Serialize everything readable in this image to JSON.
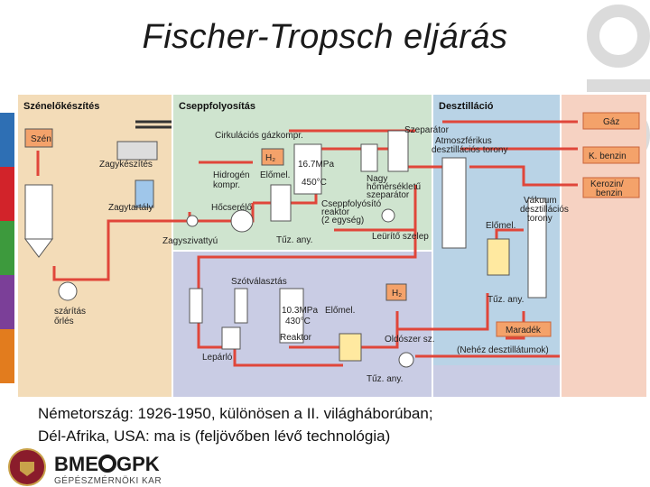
{
  "title": "Fischer-Tropsch eljárás",
  "caption": {
    "line1": "Németország: 1926-1950, különösen a II. világháborúban;",
    "line2": "Dél-Afrika, USA: ma is (feljövőben lévő technológia)"
  },
  "sections": {
    "coal_prep": "Szénelőkészítés",
    "liquefaction": "Cseppfolyosítás",
    "distillation": "Desztilláció"
  },
  "labels": {
    "szen": "Szén",
    "zagykeszites": "Zagykészítés",
    "zagytartaly": "Zagytartály",
    "zagyszivattyu": "Zagyszivattyú",
    "szaritas_1": "szárítás",
    "szaritas_2": "őrlés",
    "cirkulacios": "Cirkulációs gázkompr.",
    "h2_top": "H₂",
    "hidrogen_1": "Hidrogén",
    "hidrogen_2": "kompr.",
    "elomel_top": "Előmel.",
    "pressure_top": "16.7MPa",
    "temp_top": "450°C",
    "hocserelo": "Hőcserélő",
    "cseppfolyosito_1": "Cseppfolyósító",
    "cseppfolyosito_2": "reaktor",
    "cseppfolyosito_3": "(2 egység)",
    "tuz_any_1": "Tűz. any.",
    "szeparator": "Szeparátor",
    "nagy_1": "Nagy",
    "nagy_2": "hőmérsékletű",
    "nagy_3": "szeparátor",
    "leurito": "Leürítő szelep",
    "atm_1": "Atmoszférikus",
    "atm_2": "desztillációs torony",
    "vakuum_1": "Vákuum",
    "vakuum_2": "desztillációs",
    "vakuum_3": "torony",
    "elomel_right": "Előmel.",
    "tuz_any_2": "Tűz. any.",
    "szotvalasztas": "Szótválasztás",
    "h2_bottom": "H₂",
    "pressure_bottom": "10.3MPa",
    "temp_bottom": "430°C",
    "reaktor": "Reaktor",
    "elomel_bottom": "Előmel.",
    "oldoszer": "Oldószer sz.",
    "leparlo": "Lepárló",
    "tuz_any_3": "Tűz. any.",
    "nehez": "(Nehéz desztillátumok)"
  },
  "products": {
    "gaz": "Gáz",
    "benzin": "K. benzin",
    "kerozin_1": "Kerozin/",
    "kerozin_2": "benzin",
    "maradek": "Maradék"
  },
  "logo": {
    "bme": "BME",
    "gpk": "GPK",
    "sub": "GÉPÉSZMÉRNÖKI KAR"
  },
  "colors": {
    "coal_section": "#f3dcb8",
    "liquefaction_section": "#cfe4cf",
    "distillation_section": "#b9d3e6",
    "lower_section": "#c9cce4",
    "products_section": "#f6d2c2",
    "pipe": "#e0463a",
    "product_box": "#f4a26a"
  }
}
